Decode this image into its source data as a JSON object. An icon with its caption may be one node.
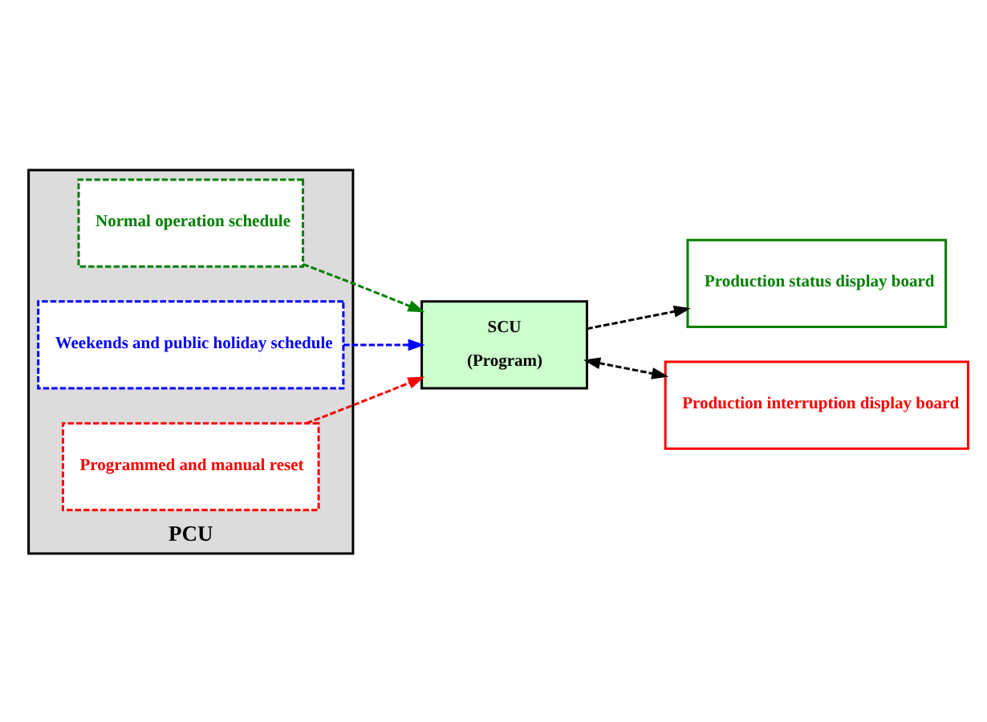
{
  "diagram": {
    "nodes": [
      {
        "text": [
          "PCU"
        ]
      },
      {
        "text": [
          "Normal operation schedule"
        ],
        "in": 0
      },
      {
        "text": [
          "Weekends and public holiday schedule"
        ],
        "in": 0
      },
      {
        "text": [
          "Programmed and manual reset"
        ],
        "in": 0
      },
      {
        "text": [
          "Production status display board"
        ]
      },
      {
        "text": [
          "Production interruption display board"
        ]
      },
      {
        "text": [
          "SCU",
          "(Program)"
        ]
      }
    ],
    "edges": [
      {
        "from": 1,
        "to": 6,
        "arrow": "to",
        "style": "dashed",
        "color": "#008000"
      },
      {
        "from": 2,
        "to": 6,
        "arrow": "to",
        "style": "dashed",
        "color": "#0000ff"
      },
      {
        "from": 3,
        "to": 6,
        "arrow": "to",
        "style": "dashed",
        "color": "#ff0000"
      },
      {
        "from": 6,
        "to": 5,
        "arrow": "both",
        "style": "dashed"
      },
      {
        "from": 6,
        "to": 4,
        "arrow": "to",
        "style": "dashed"
      }
    ]
  }
}
